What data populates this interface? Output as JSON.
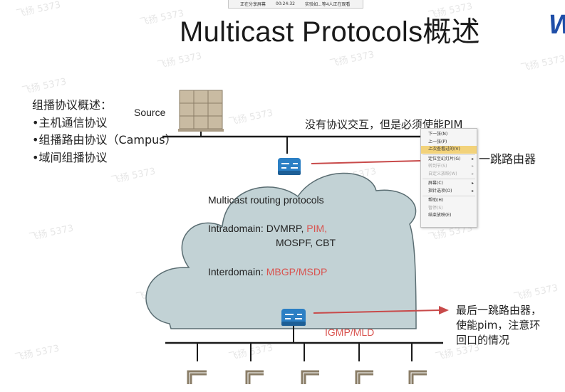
{
  "share_bar": {
    "status": "正在分享屏幕",
    "time": "00:24:32",
    "participants": "实验如...等4人正在观看"
  },
  "slide": {
    "title": "Multicast Protocols概述",
    "logo_text": "W",
    "watermark": "飞扬 5373",
    "summary": {
      "heading": "组播协议概述：",
      "items": [
        "•主机通信协议",
        "•组播路由协议（Campus）",
        "•域间组播协议"
      ]
    },
    "source_label": "Source",
    "no_protocol_note": "没有协议交互，但是必须使能PIM",
    "first_hop_label": "一跳路由器",
    "cloud": {
      "heading": "Multicast routing protocols",
      "intradomain_label": "Intradomain: DVMRP, ",
      "intradomain_pim": "PIM,",
      "intradomain_line2": "MOSPF, CBT",
      "interdomain_label": "Interdomain: ",
      "interdomain_value": "MBGP/MSDP"
    },
    "igmp_label": "IGMP/MLD",
    "last_hop_note": [
      "最后一跳路由器，",
      "使能pim，注意环",
      "回口的情况"
    ]
  },
  "context_menu": {
    "items": [
      {
        "label": "下一张(N)",
        "state": "normal"
      },
      {
        "label": "上一张(P)",
        "state": "normal"
      },
      {
        "label": "上次查看过的(V)",
        "state": "highlighted"
      },
      {
        "label": "定位至幻灯片(G)",
        "state": "normal",
        "submenu": true
      },
      {
        "label": "转到节(S)",
        "state": "disabled",
        "submenu": true
      },
      {
        "label": "自定义放映(W)",
        "state": "disabled",
        "submenu": true
      },
      {
        "label": "屏幕(C)",
        "state": "normal",
        "submenu": true
      },
      {
        "label": "指针选项(O)",
        "state": "normal",
        "submenu": true
      },
      {
        "label": "帮助(H)",
        "state": "normal"
      },
      {
        "label": "暂停(S)",
        "state": "disabled"
      },
      {
        "label": "结束放映(E)",
        "state": "normal"
      }
    ]
  },
  "colors": {
    "cloud_fill": "#c2d2d5",
    "router": "#2b7fc4",
    "arrow": "#c84a4a",
    "accent_red": "#d9534f"
  }
}
